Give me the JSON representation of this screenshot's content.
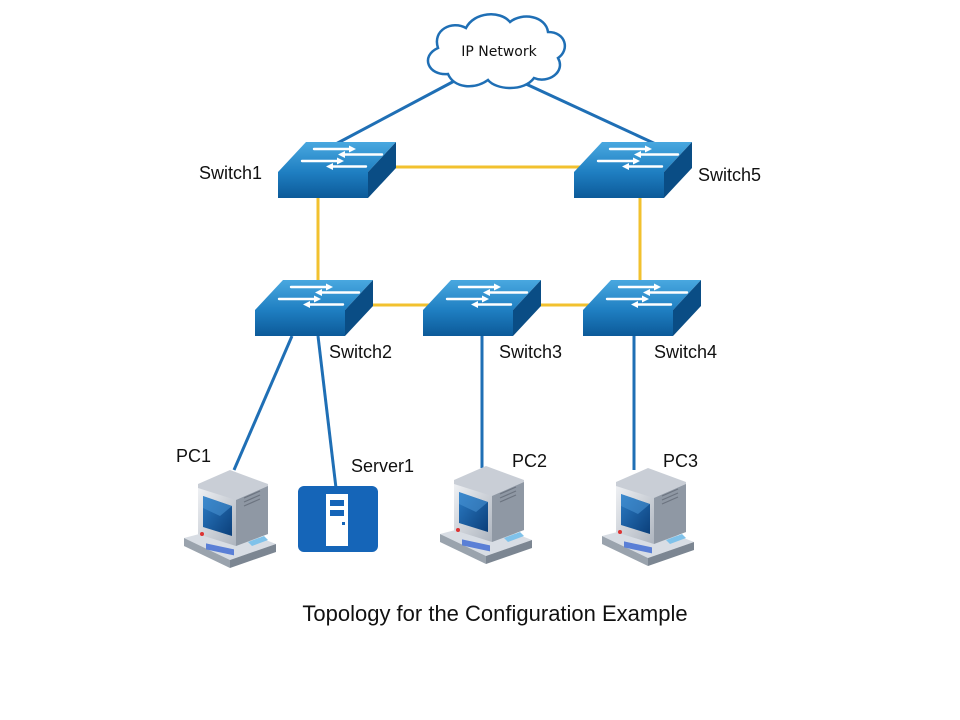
{
  "cloud": {
    "label": "IP Network"
  },
  "switches": {
    "s1": "Switch1",
    "s2": "Switch2",
    "s3": "Switch3",
    "s4": "Switch4",
    "s5": "Switch5"
  },
  "hosts": {
    "pc1": "PC1",
    "server1": "Server1",
    "pc2": "PC2",
    "pc3": "PC3"
  },
  "caption": "Topology for the Configuration Example",
  "colors": {
    "uplink": "#1f6fb5",
    "ring": "#f2c12e",
    "switch_top": "#2b8fd1",
    "switch_side": "#0f5f9f",
    "server": "#1565b8"
  }
}
